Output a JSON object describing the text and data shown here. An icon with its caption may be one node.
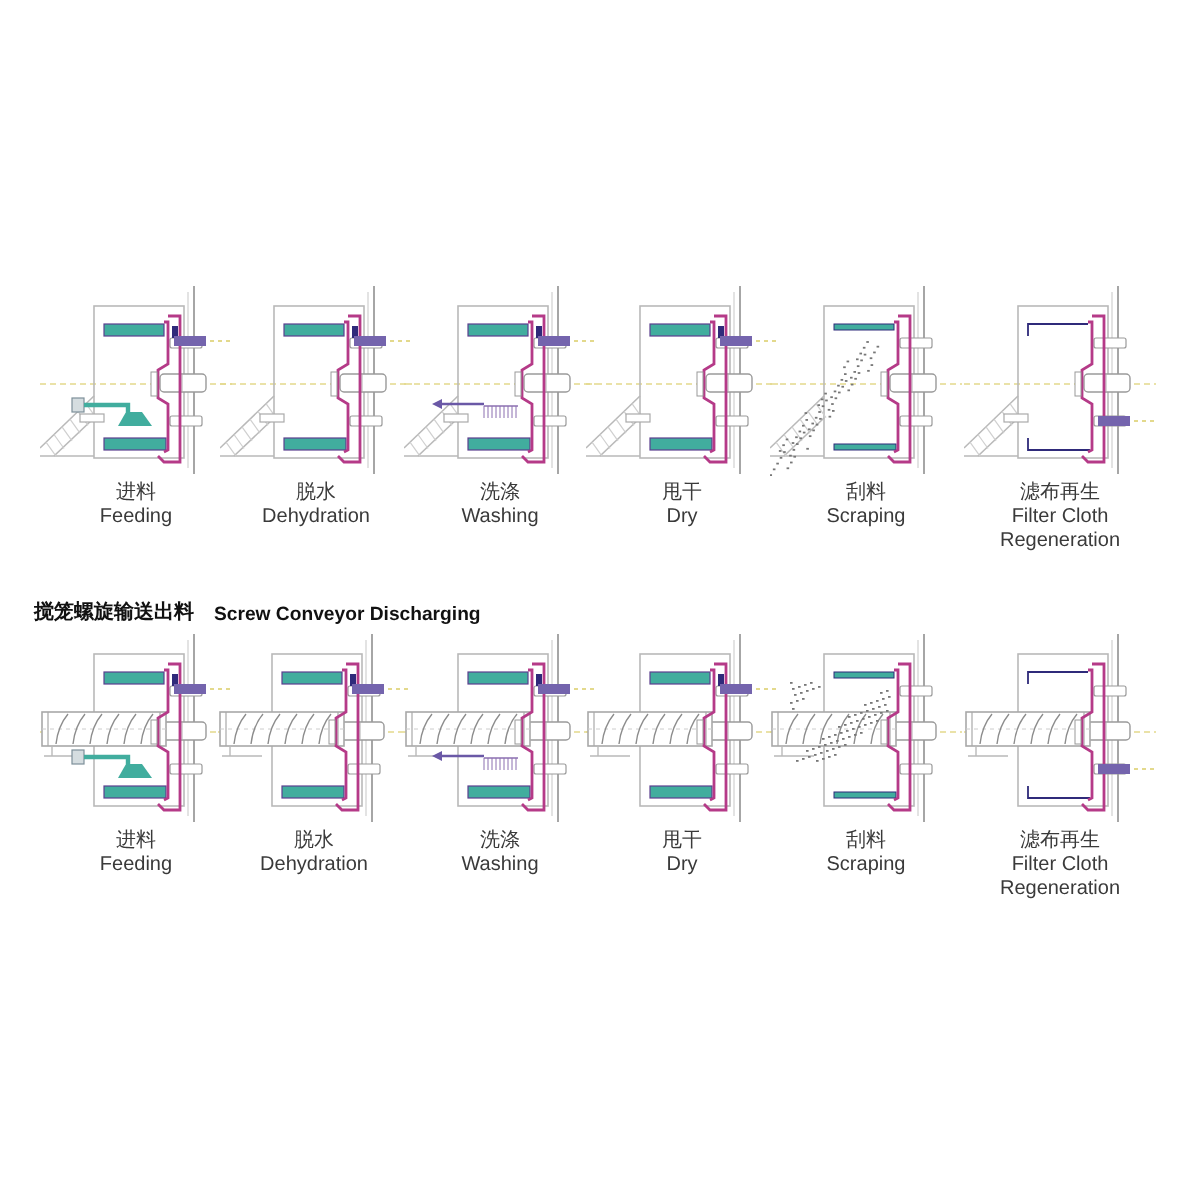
{
  "diagram": {
    "nodes": [
      {
        "text": [
          "进料",
          "Feeding"
        ]
      },
      {
        "text": [
          "脱水",
          "Dehydration"
        ]
      },
      {
        "text": [
          "洗涤",
          "Washing"
        ]
      },
      {
        "text": [
          "甩干",
          "Dry"
        ]
      },
      {
        "text": [
          "刮料",
          "Scraping"
        ]
      },
      {
        "text": [
          "滤布再生",
          "Filter Cloth Regeneration"
        ]
      },
      {
        "text": [
          "进料",
          "Feeding"
        ]
      },
      {
        "text": [
          "脱水",
          "Dehydration"
        ]
      },
      {
        "text": [
          "洗涤",
          "Washing"
        ]
      },
      {
        "text": [
          "甩干",
          "Dry"
        ]
      },
      {
        "text": [
          "刮料",
          "Scraping"
        ]
      },
      {
        "text": [
          "滤布再生",
          "Filter Cloth Regeneration"
        ]
      }
    ],
    "labels": [
      "搅笼螺旋输送出料",
      "Screw Conveyor Discharging"
    ]
  }
}
